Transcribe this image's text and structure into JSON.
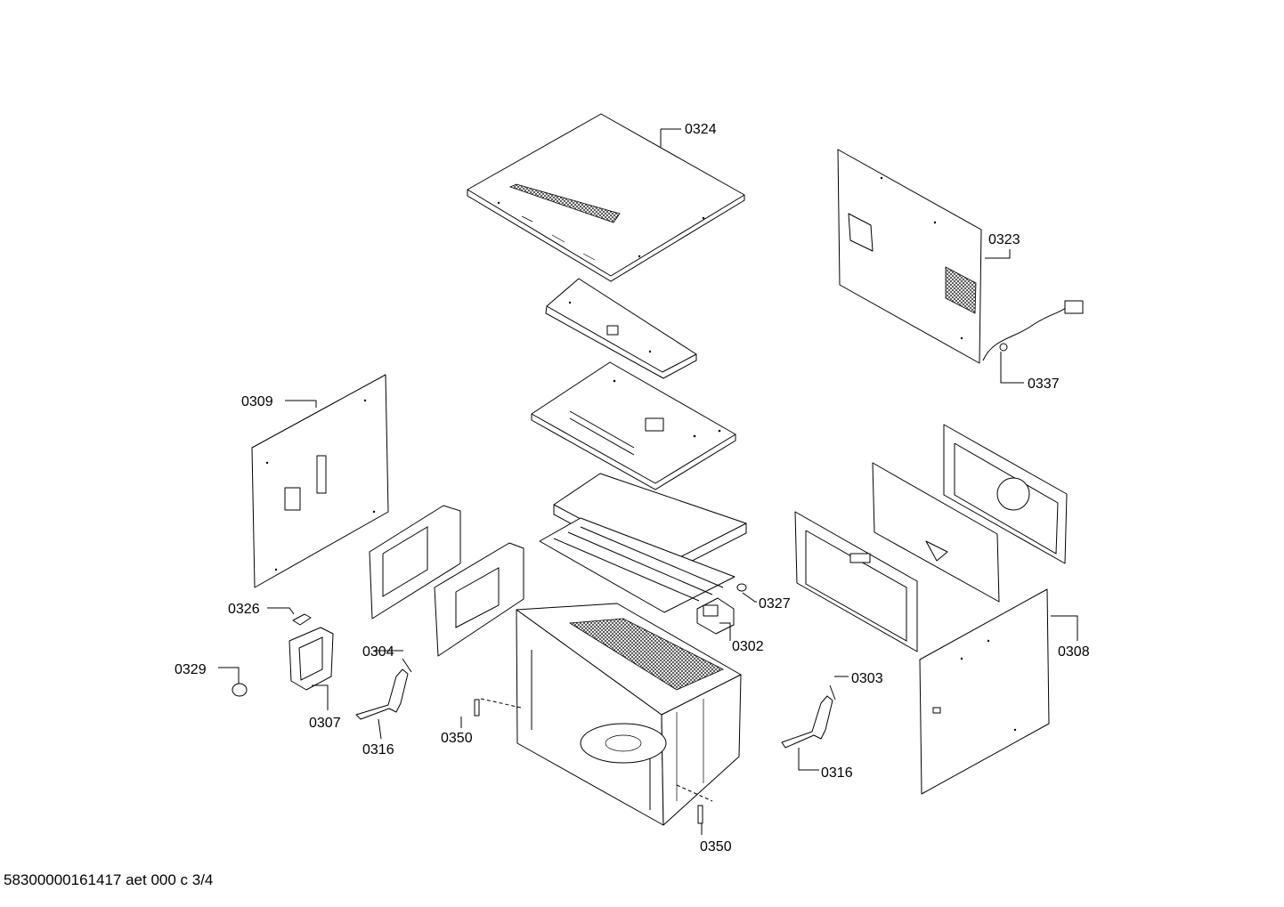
{
  "caption": "58300000161417 aet 000 c 3/4",
  "labels": {
    "p0324": "0324",
    "p0323": "0323",
    "p0337": "0337",
    "p0309": "0309",
    "p0327": "0327",
    "p0302": "0302",
    "p0308": "0308",
    "p0326": "0326",
    "p0304": "0304",
    "p0329": "0329",
    "p0307": "0307",
    "p0303": "0303",
    "p0316a": "0316",
    "p0316b": "0316",
    "p0350a": "0350",
    "p0350b": "0350"
  }
}
